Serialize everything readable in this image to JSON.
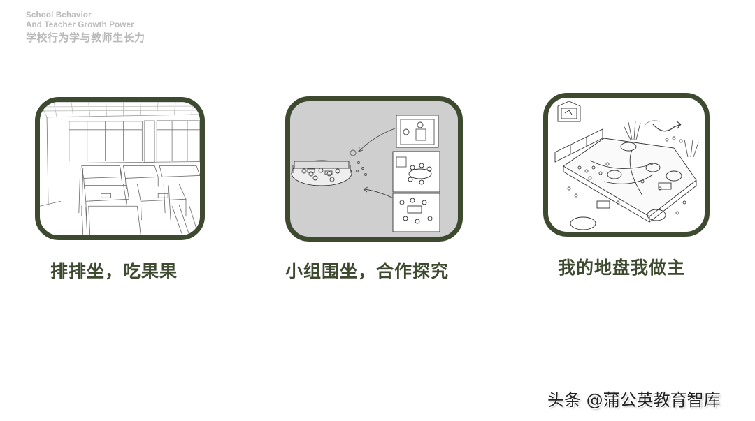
{
  "header": {
    "title_en_line1": "School Behavior",
    "title_en_line2": "And Teacher Growth Power",
    "title_cn": "学校行为学与教师生长力"
  },
  "panels": [
    {
      "caption": "排排坐，吃果果",
      "illustration": "traditional-classroom-rows-sketch"
    },
    {
      "caption": "小组围坐，合作探究",
      "illustration": "group-seating-collaboration-sketch"
    },
    {
      "caption": "我的地盘我做主",
      "illustration": "open-learning-space-sketch"
    }
  ],
  "colors": {
    "frame": "#3d4a2f",
    "caption": "#3d4a2f",
    "brand_text": "#b9b9b9",
    "panel2_bg": "#cfcfcf"
  },
  "watermark": "头条 @蒲公英教育智库"
}
